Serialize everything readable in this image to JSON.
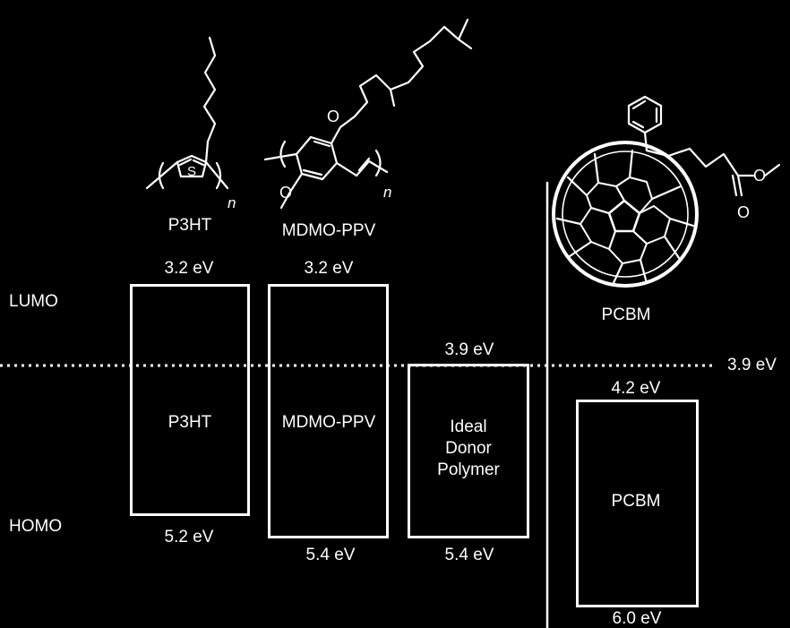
{
  "side_labels": {
    "lumo": "LUMO",
    "homo": "HOMO"
  },
  "reference_line": {
    "value": "3.9 eV"
  },
  "molecules": {
    "p3ht": {
      "name": "P3HT",
      "atom_s": "S",
      "subscript": "n"
    },
    "mdmo_ppv": {
      "name": "MDMO-PPV",
      "atom_o": "O",
      "subscript": "n"
    },
    "pcbm": {
      "name": "PCBM"
    }
  },
  "levels": {
    "p3ht": {
      "lumo": "3.2 eV",
      "homo": "5.2 eV",
      "label": "P3HT"
    },
    "mdmo_ppv": {
      "lumo": "3.2 eV",
      "homo": "5.4 eV",
      "label": "MDMO-PPV"
    },
    "ideal": {
      "lumo": "3.9 eV",
      "homo": "5.4 eV",
      "label_lines": [
        "Ideal",
        "Donor",
        "Polymer"
      ]
    },
    "pcbm": {
      "lumo": "4.2 eV",
      "homo": "6.0 eV",
      "label": "PCBM"
    }
  },
  "colors": {
    "background": "#000000",
    "foreground": "#ffffff"
  }
}
